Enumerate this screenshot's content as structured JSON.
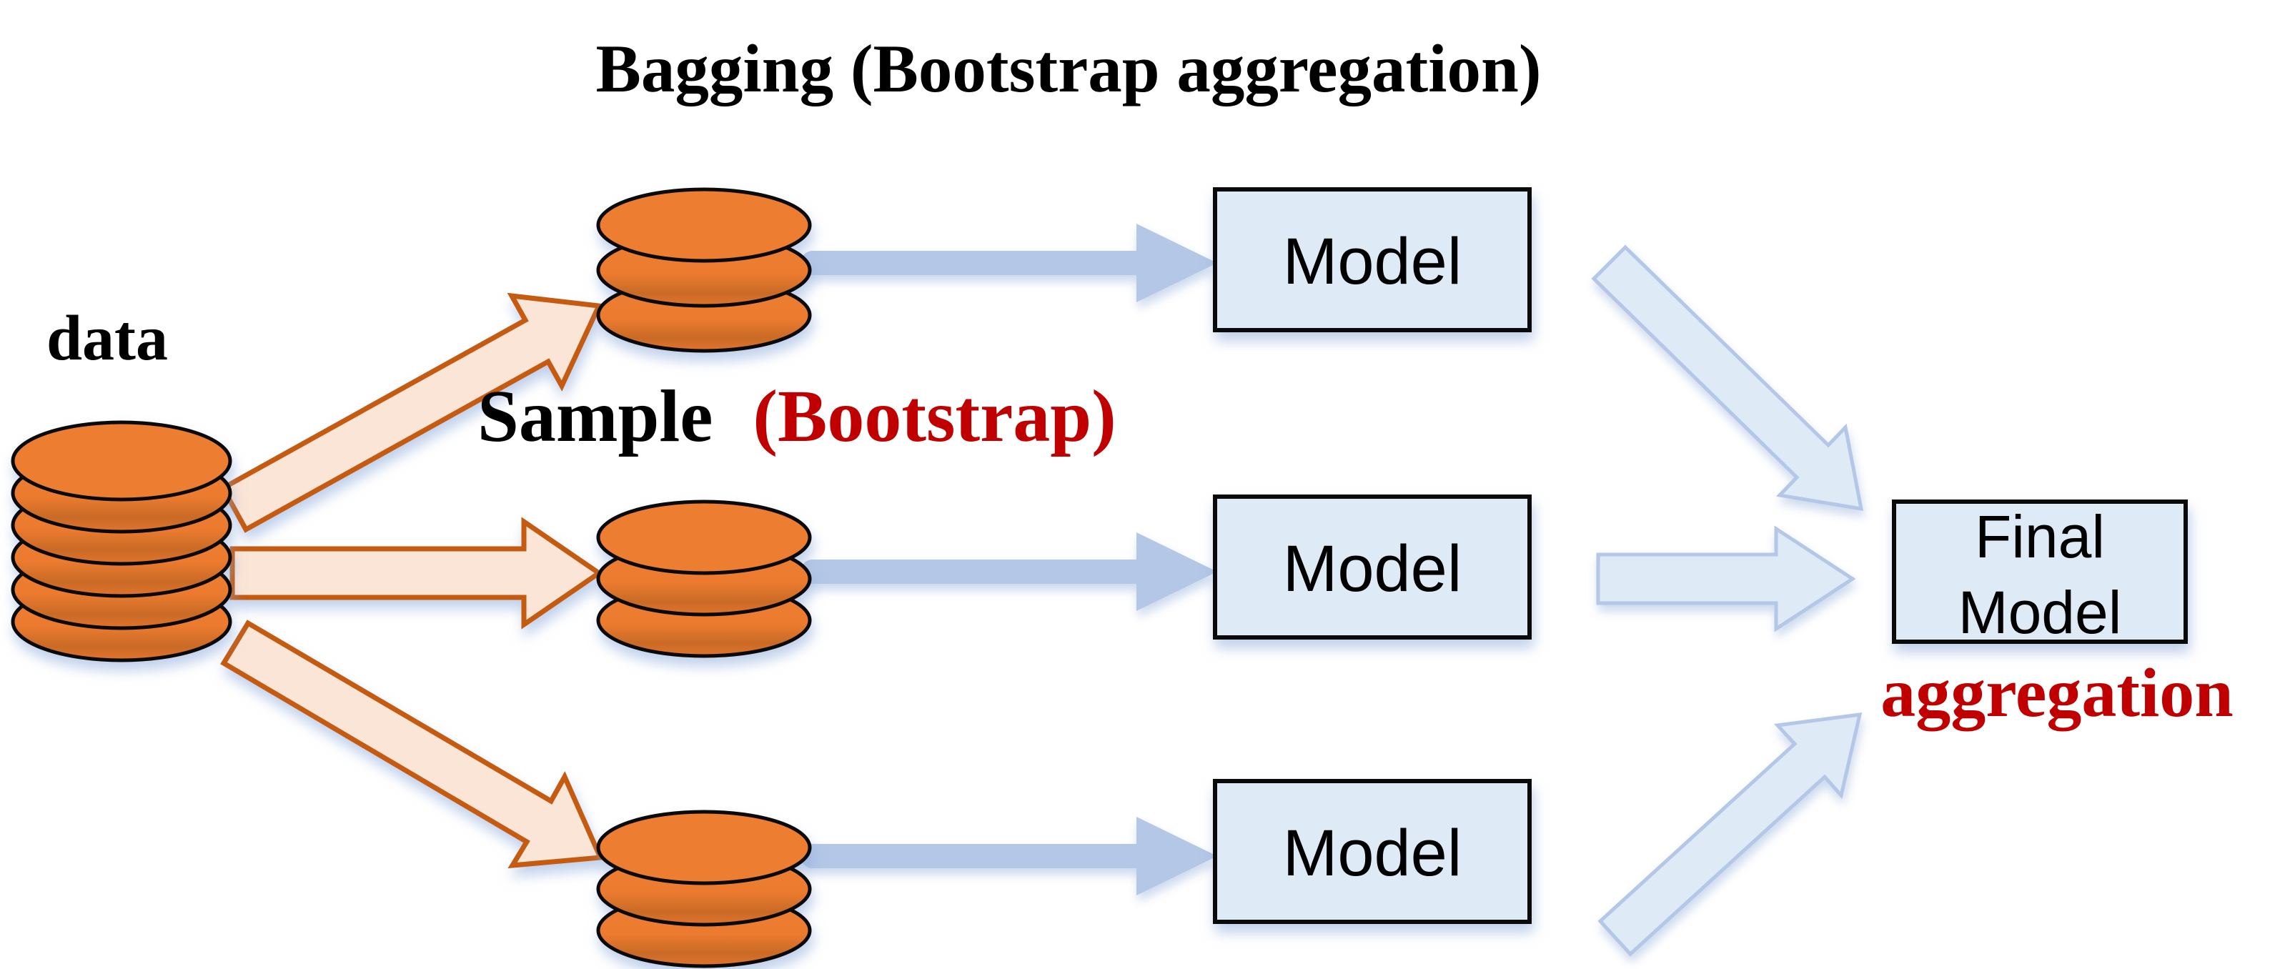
{
  "diagram": {
    "title": "Bagging (Bootstrap aggregation)",
    "data_label": "data",
    "sample_label": "Sample",
    "sample_label_highlight": "(Bootstrap)",
    "models": [
      "Model",
      "Model",
      "Model"
    ],
    "final_model": {
      "line1": "Final",
      "line2": "Model"
    },
    "aggregation_label": "aggregation"
  },
  "colors": {
    "orange": "#ED7D31",
    "orangedark": "#C55A11",
    "peach": "#FBE5D6",
    "bluelight": "#DEEAF6",
    "bluemid": "#B4C7E7",
    "red": "#C00000",
    "outline": "#0A0A0A"
  }
}
